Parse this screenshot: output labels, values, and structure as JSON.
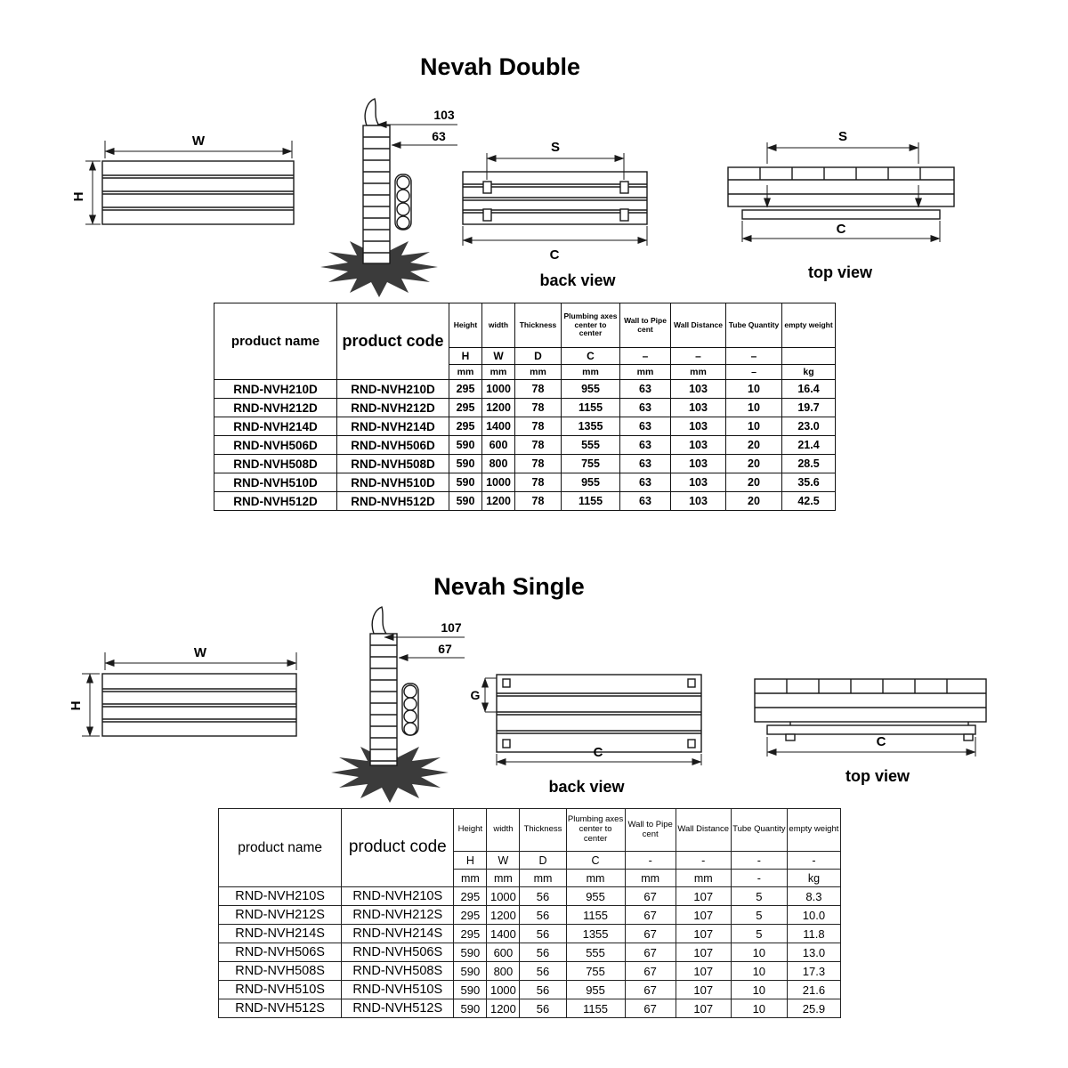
{
  "double": {
    "title": "Nevah Double",
    "drawing": {
      "front": {
        "w": "W",
        "h": "H"
      },
      "side": {
        "dim1": "103",
        "dim2": "63"
      },
      "back": {
        "s": "S",
        "c": "C",
        "caption": "back view"
      },
      "top": {
        "s": "S",
        "c": "C",
        "caption": "top view"
      }
    },
    "table": {
      "product_name_header": "product name",
      "product_code_header": "product code",
      "columns": [
        {
          "title": "Height",
          "letter": "H",
          "unit": "mm"
        },
        {
          "title": "width",
          "letter": "W",
          "unit": "mm"
        },
        {
          "title": "Thickness",
          "letter": "D",
          "unit": "mm"
        },
        {
          "title": "Plumbing axes center to center",
          "letter": "C",
          "unit": "mm"
        },
        {
          "title": "Wall to Pipe cent",
          "letter": "–",
          "unit": "mm"
        },
        {
          "title": "Wall Distance",
          "letter": "–",
          "unit": "mm"
        },
        {
          "title": "Tube Quantity",
          "letter": "–",
          "unit": "–"
        },
        {
          "title": "empty weight",
          "letter": "",
          "unit": "kg"
        }
      ],
      "rows": [
        [
          "RND-NVH210D",
          "RND-NVH210D",
          "295",
          "1000",
          "78",
          "955",
          "63",
          "103",
          "10",
          "16.4"
        ],
        [
          "RND-NVH212D",
          "RND-NVH212D",
          "295",
          "1200",
          "78",
          "1155",
          "63",
          "103",
          "10",
          "19.7"
        ],
        [
          "RND-NVH214D",
          "RND-NVH214D",
          "295",
          "1400",
          "78",
          "1355",
          "63",
          "103",
          "10",
          "23.0"
        ],
        [
          "RND-NVH506D",
          "RND-NVH506D",
          "590",
          "600",
          "78",
          "555",
          "63",
          "103",
          "20",
          "21.4"
        ],
        [
          "RND-NVH508D",
          "RND-NVH508D",
          "590",
          "800",
          "78",
          "755",
          "63",
          "103",
          "20",
          "28.5"
        ],
        [
          "RND-NVH510D",
          "RND-NVH510D",
          "590",
          "1000",
          "78",
          "955",
          "63",
          "103",
          "20",
          "35.6"
        ],
        [
          "RND-NVH512D",
          "RND-NVH512D",
          "590",
          "1200",
          "78",
          "1155",
          "63",
          "103",
          "20",
          "42.5"
        ]
      ]
    }
  },
  "single": {
    "title": "Nevah Single",
    "drawing": {
      "front": {
        "w": "W",
        "h": "H"
      },
      "side": {
        "dim1": "107",
        "dim2": "67"
      },
      "back": {
        "g": "G",
        "c": "C",
        "caption": "back view"
      },
      "top": {
        "c": "C",
        "caption": "top view"
      }
    },
    "table": {
      "product_name_header": "product name",
      "product_code_header": "product code",
      "columns": [
        {
          "title": "Height",
          "letter": "H",
          "unit": "mm"
        },
        {
          "title": "width",
          "letter": "W",
          "unit": "mm"
        },
        {
          "title": "Thickness",
          "letter": "D",
          "unit": "mm"
        },
        {
          "title": "Plumbing axes center to center",
          "letter": "C",
          "unit": "mm"
        },
        {
          "title": "Wall to Pipe cent",
          "letter": "-",
          "unit": "mm"
        },
        {
          "title": "Wall Distance",
          "letter": "-",
          "unit": "mm"
        },
        {
          "title": "Tube Quantity",
          "letter": "-",
          "unit": "-"
        },
        {
          "title": "empty weight",
          "letter": "-",
          "unit": "kg"
        }
      ],
      "rows": [
        [
          "RND-NVH210S",
          "RND-NVH210S",
          "295",
          "1000",
          "56",
          "955",
          "67",
          "107",
          "5",
          "8.3"
        ],
        [
          "RND-NVH212S",
          "RND-NVH212S",
          "295",
          "1200",
          "56",
          "1155",
          "67",
          "107",
          "5",
          "10.0"
        ],
        [
          "RND-NVH214S",
          "RND-NVH214S",
          "295",
          "1400",
          "56",
          "1355",
          "67",
          "107",
          "5",
          "11.8"
        ],
        [
          "RND-NVH506S",
          "RND-NVH506S",
          "590",
          "600",
          "56",
          "555",
          "67",
          "107",
          "10",
          "13.0"
        ],
        [
          "RND-NVH508S",
          "RND-NVH508S",
          "590",
          "800",
          "56",
          "755",
          "67",
          "107",
          "10",
          "17.3"
        ],
        [
          "RND-NVH510S",
          "RND-NVH510S",
          "590",
          "1000",
          "56",
          "955",
          "67",
          "107",
          "10",
          "21.6"
        ],
        [
          "RND-NVH512S",
          "RND-NVH512S",
          "590",
          "1200",
          "56",
          "1155",
          "67",
          "107",
          "10",
          "25.9"
        ]
      ]
    }
  }
}
